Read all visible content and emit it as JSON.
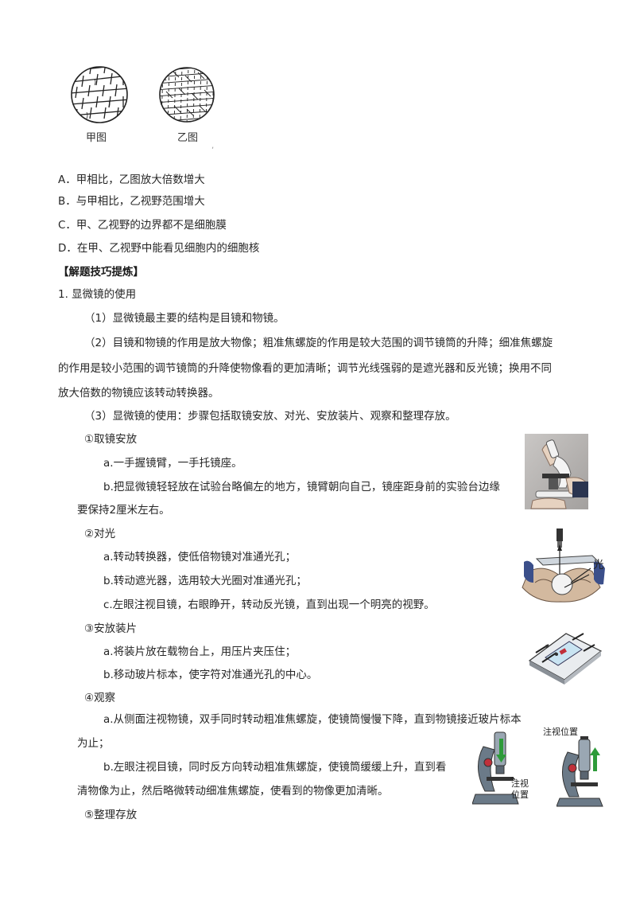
{
  "figure_top": {
    "left_caption": "甲图",
    "right_caption": "乙图"
  },
  "options": [
    "A．甲相比，乙图放大倍数增大",
    "B．与甲相比，乙视野范围增大",
    "C．甲、乙视野的边界都不是细胞膜",
    "D．在甲、乙视野中能看见细胞内的细胞核"
  ],
  "section_title": "【解题技巧提炼】",
  "heading_1": "1. 显微镜的使用",
  "para_1": "（1）显微镜最主要的结构是目镜和物镜。",
  "para_2_lines": [
    "（2）目镜和物镜的作用是放大物像；粗准焦螺旋的作用是较大范围的调节镜筒的升降；细准焦螺旋",
    "的作用是较小范围的调节镜筒的升降使物像看的更加清晰；调节光线强弱的是遮光器和反光镜；换用不同",
    "放大倍数的物镜应该转动转换器。"
  ],
  "para_3": "（3）显微镜的使用：步骤包括取镜安放、对光、安放装片、观察和整理存放。",
  "step_1": {
    "title": "①取镜安放",
    "a": "a.一手握镜臂，一手托镜座。",
    "b_line1": "b.把显微镜轻轻放在试验台略偏左的地方，镜臂朝向自己，镜座距身前的实验台边缘",
    "b_line2": "要保持2厘米左右。"
  },
  "step_2": {
    "title": "②对光",
    "a": "a.转动转换器，使低倍物镜对准通光孔；",
    "b": "b.转动遮光器，选用较大光圈对准通光孔；",
    "c": "c.左眼注视目镜，右眼睁开，转动反光镜，直到出现一个明亮的视野。",
    "light_label": "光"
  },
  "step_3": {
    "title": "③安放装片",
    "a": "a.将装片放在载物台上，用压片夹压住；",
    "b": "b.移动玻片标本，使字符对准通光孔的中心。"
  },
  "step_4": {
    "title": "④观察",
    "a_line1": "a.从侧面注视物镜，双手同时转动粗准焦螺旋，使镜筒慢慢下降，直到物镜接近玻片标本",
    "a_line2": "为止；",
    "b_line1": "b.左眼注视目镜，同时反方向转动粗准焦螺旋，使镜筒缓缓上升，直到看",
    "b_line2": "清物像为止，然后略微转动细准焦螺旋，使看到的物像更加清晰。",
    "label_side_top": "注视",
    "label_side_bottom": "位置",
    "label_top": "注视位置"
  },
  "step_5": {
    "title": "⑤整理存放"
  },
  "colors": {
    "text": "#262626",
    "green_arrow": "#2e9b3a",
    "grey_bg": "#b9b6b4"
  }
}
